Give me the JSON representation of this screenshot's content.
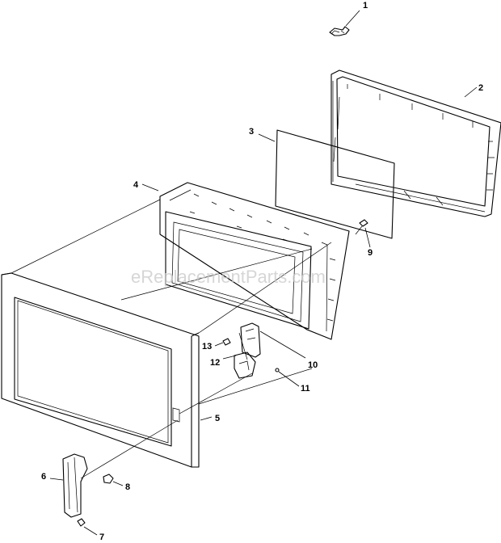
{
  "watermark": "eReplacementParts.com",
  "callouts": [
    "1",
    "2",
    "3",
    "4",
    "5",
    "6",
    "7",
    "8",
    "9",
    "10",
    "11",
    "12",
    "13"
  ]
}
